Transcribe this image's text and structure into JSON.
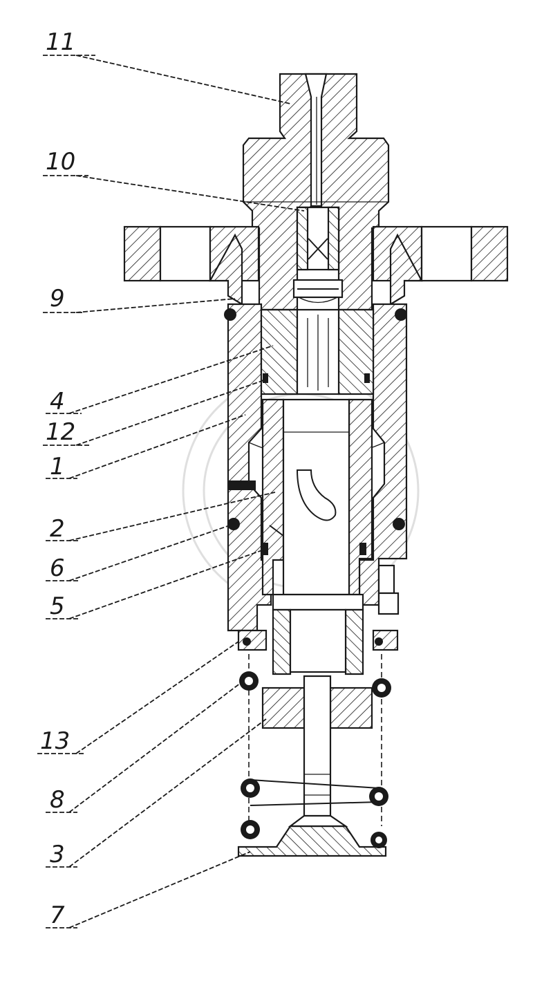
{
  "callouts": [
    {
      "id": "11"
    },
    {
      "id": "10"
    },
    {
      "id": "9"
    },
    {
      "id": "4"
    },
    {
      "id": "12"
    },
    {
      "id": "1"
    },
    {
      "id": "2"
    },
    {
      "id": "6"
    },
    {
      "id": "5"
    },
    {
      "id": "13"
    },
    {
      "id": "8"
    },
    {
      "id": "3"
    },
    {
      "id": "7"
    }
  ],
  "colors": {
    "line": "#1a1a1a",
    "background": "#ffffff",
    "watermark": "#c9c9c9"
  }
}
